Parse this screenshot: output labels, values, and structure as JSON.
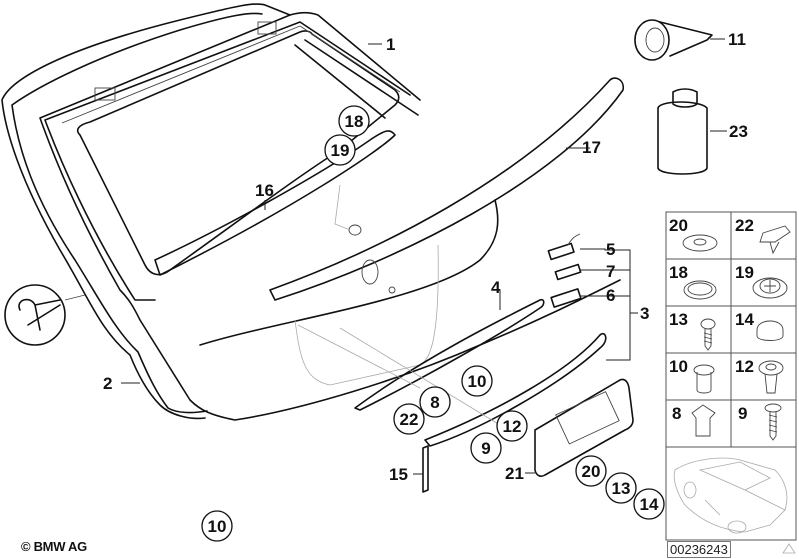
{
  "diagram": {
    "title": "Tailgate / rear lid parts diagram",
    "copyright": "© BMW AG",
    "diagram_id": "00236243",
    "callouts": [
      {
        "id": "c1",
        "label": "1",
        "circled": false
      },
      {
        "id": "c2",
        "label": "2",
        "circled": false
      },
      {
        "id": "c3",
        "label": "3",
        "circled": false
      },
      {
        "id": "c4",
        "label": "4",
        "circled": false
      },
      {
        "id": "c5",
        "label": "5",
        "circled": false
      },
      {
        "id": "c6",
        "label": "6",
        "circled": false
      },
      {
        "id": "c7",
        "label": "7",
        "circled": false
      },
      {
        "id": "c11",
        "label": "11",
        "circled": false
      },
      {
        "id": "c15",
        "label": "15",
        "circled": false
      },
      {
        "id": "c16",
        "label": "16",
        "circled": false
      },
      {
        "id": "c17",
        "label": "17",
        "circled": false
      },
      {
        "id": "c21",
        "label": "21",
        "circled": false
      },
      {
        "id": "c23",
        "label": "23",
        "circled": false
      },
      {
        "id": "c18",
        "label": "18",
        "circled": true
      },
      {
        "id": "c19",
        "label": "19",
        "circled": true
      },
      {
        "id": "c10a",
        "label": "10",
        "circled": true
      },
      {
        "id": "c8",
        "label": "8",
        "circled": true
      },
      {
        "id": "c22",
        "label": "22",
        "circled": true
      },
      {
        "id": "c12",
        "label": "12",
        "circled": true
      },
      {
        "id": "c9",
        "label": "9",
        "circled": true
      },
      {
        "id": "c20",
        "label": "20",
        "circled": true
      },
      {
        "id": "c13",
        "label": "13",
        "circled": true
      },
      {
        "id": "c14",
        "label": "14",
        "circled": true
      },
      {
        "id": "c10b",
        "label": "10",
        "circled": true
      }
    ],
    "fastener_grid": [
      {
        "label": "20",
        "icon": "washer-icon"
      },
      {
        "label": "22",
        "icon": "clip-nut-icon"
      },
      {
        "label": "18",
        "icon": "grommet-icon"
      },
      {
        "label": "19",
        "icon": "cross-cap-icon"
      },
      {
        "label": "13",
        "icon": "screw-icon"
      },
      {
        "label": "14",
        "icon": "dome-cap-icon"
      },
      {
        "label": "10",
        "icon": "expansion-nut-icon"
      },
      {
        "label": "12",
        "icon": "spreading-rivet-icon"
      },
      {
        "label": "8",
        "icon": "sheet-nut-icon"
      },
      {
        "label": "9",
        "icon": "flat-screw-icon"
      }
    ]
  }
}
